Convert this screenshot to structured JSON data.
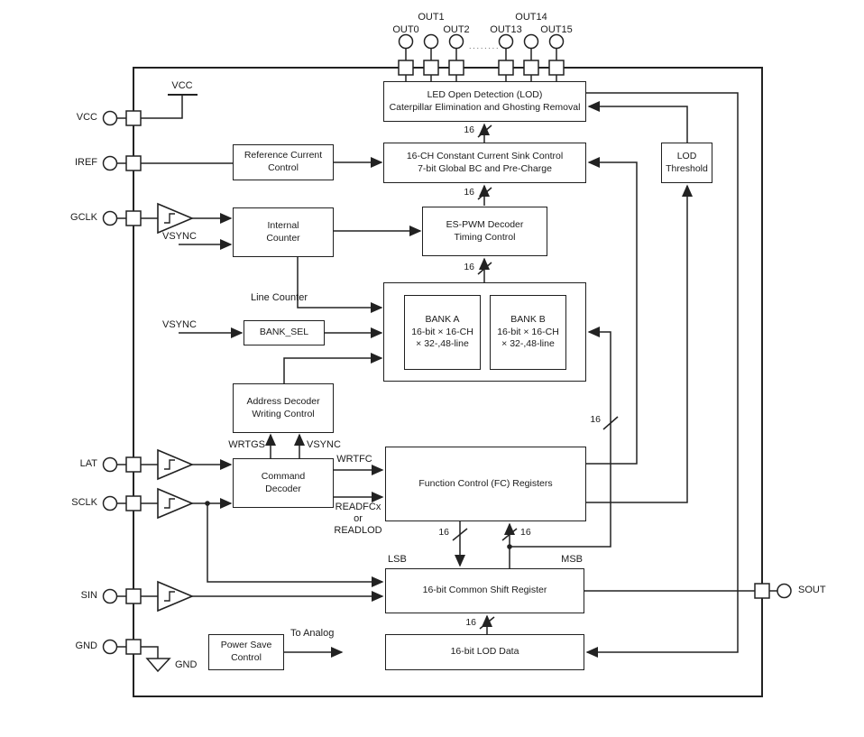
{
  "pins": {
    "left": [
      "VCC",
      "IREF",
      "GCLK",
      "LAT",
      "SCLK",
      "SIN",
      "GND"
    ],
    "top": [
      "OUT0",
      "OUT1",
      "OUT2",
      "OUT13",
      "OUT14",
      "OUT15"
    ],
    "top_ellipsis": "........",
    "right": [
      "SOUT"
    ]
  },
  "blocks": {
    "lod": "LED Open Detection (LOD)\nCaterpillar Elimination and Ghosting Removal",
    "ref_current": "Reference Current\nControl",
    "current_sink": "16-CH Constant Current Sink Control\n7-bit Global BC and Pre-Charge",
    "internal_counter": "Internal\nCounter",
    "espwm": "ES-PWM Decoder\nTiming Control",
    "bank_a": "BANK A\n16-bit × 16-CH\n× 32-,48-line",
    "bank_b": "BANK B\n16-bit × 16-CH\n× 32-,48-line",
    "bank_sel": "BANK_SEL",
    "addr_decoder": "Address Decoder\nWriting Control",
    "command_decoder": "Command\nDecoder",
    "fc_registers": "Function Control (FC) Registers",
    "shift_register": "16-bit Common Shift Register",
    "lod_data": "16-bit LOD Data",
    "power_save": "Power Save\nControl",
    "lod_threshold": "LOD\nThreshold"
  },
  "signals": {
    "vcc_rail": "VCC",
    "gnd_symbol": "GND",
    "vsync": "VSYNC",
    "line_counter": "Line Counter",
    "wrtgs": "WRTGS",
    "wrtfc": "WRTFC",
    "readfc": "READFCx\nor\nREADLOD",
    "lsb": "LSB",
    "msb": "MSB",
    "to_analog": "To Analog",
    "bus16": "16"
  },
  "colors": {
    "line": "#222222",
    "background": "#ffffff"
  }
}
